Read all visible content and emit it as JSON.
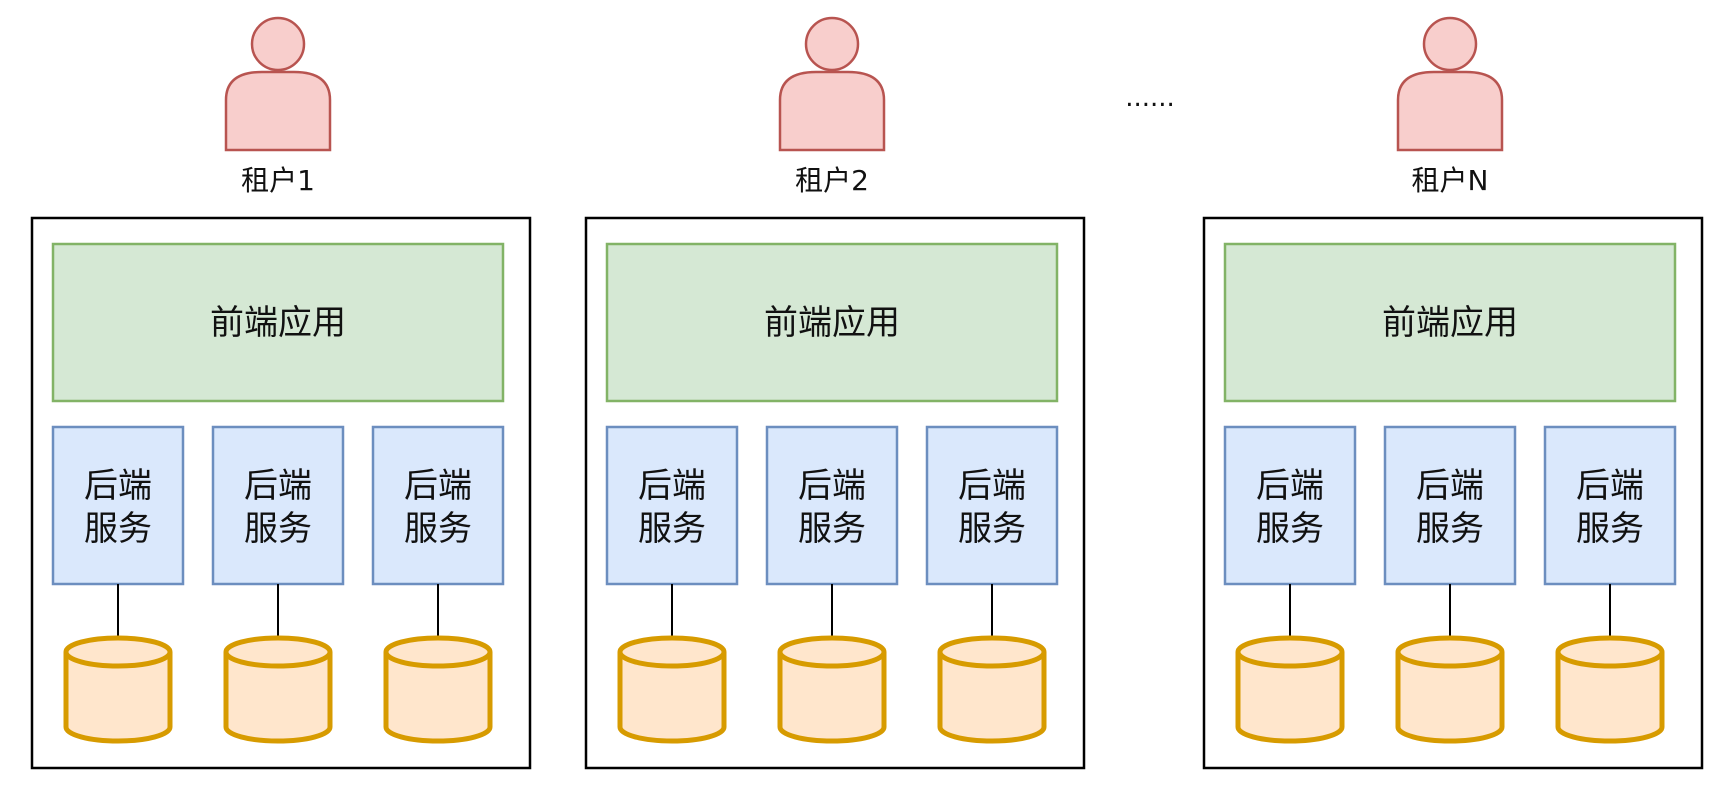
{
  "tenants": [
    {
      "label": "租户1",
      "frontend": "前端应用",
      "backends": [
        {
          "line1": "后端",
          "line2": "服务"
        },
        {
          "line1": "后端",
          "line2": "服务"
        },
        {
          "line1": "后端",
          "line2": "服务"
        }
      ]
    },
    {
      "label": "租户2",
      "frontend": "前端应用",
      "backends": [
        {
          "line1": "后端",
          "line2": "服务"
        },
        {
          "line1": "后端",
          "line2": "服务"
        },
        {
          "line1": "后端",
          "line2": "服务"
        }
      ]
    },
    {
      "label": "租户N",
      "frontend": "前端应用",
      "backends": [
        {
          "line1": "后端",
          "line2": "服务"
        },
        {
          "line1": "后端",
          "line2": "服务"
        },
        {
          "line1": "后端",
          "line2": "服务"
        }
      ]
    }
  ],
  "ellipsis": "......",
  "colors": {
    "user_fill": "#f8cecc",
    "user_stroke": "#b85450",
    "frontend_fill": "#d5e8d4",
    "frontend_stroke": "#82b366",
    "backend_fill": "#dae8fc",
    "backend_stroke": "#6c8ebf",
    "db_fill": "#ffe6cc",
    "db_stroke": "#d79b00",
    "container_stroke": "#000000"
  }
}
